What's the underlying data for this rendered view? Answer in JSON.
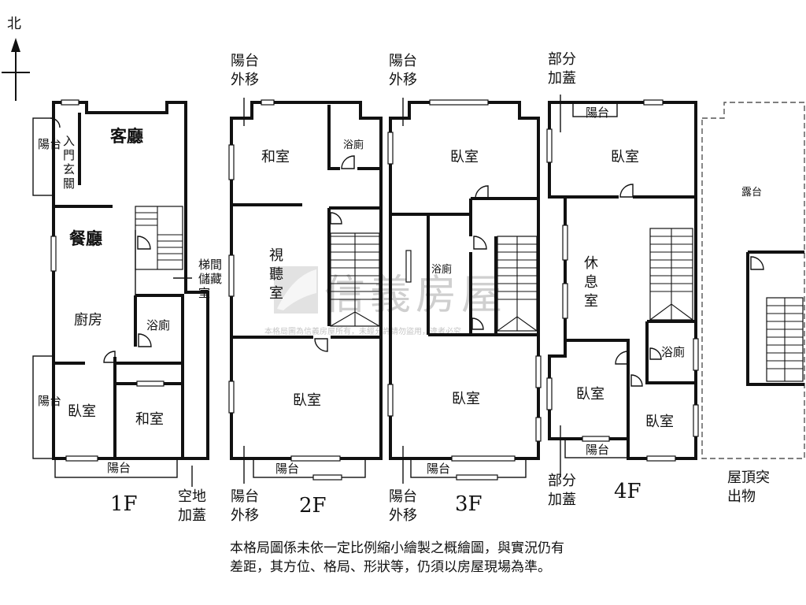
{
  "compass": {
    "label": "北"
  },
  "floors": {
    "f1": {
      "label": "1F",
      "rooms": {
        "living": "客廳",
        "dining": "餐廳",
        "kitchen": "廚房",
        "bath": "浴廁",
        "bedroom": "臥室",
        "washitsu": "和室"
      },
      "balcony_left_top": "陽台",
      "balcony_left_bottom": "陽台",
      "balcony_bottom": "陽台",
      "entry": "入門玄關",
      "stair_storage": "梯間儲藏室",
      "vacant_lot": "空地加蓋"
    },
    "f2": {
      "label": "2F",
      "rooms": {
        "washitsu": "和室",
        "bath": "浴廁",
        "av_room": "視聽室",
        "bedroom": "臥室"
      },
      "balcony_bottom": "陽台",
      "balcony_move_top": "陽台外移",
      "balcony_move_bottom": "陽台外移"
    },
    "f3": {
      "label": "3F",
      "rooms": {
        "bedroom_top": "臥室",
        "bath": "浴廁",
        "bedroom_bottom": "臥室"
      },
      "balcony_bottom": "陽台",
      "balcony_move_top": "陽台外移",
      "balcony_move_bottom": "陽台外移"
    },
    "f4": {
      "label": "4F",
      "rooms": {
        "bedroom_top": "臥室",
        "lounge": "休息室",
        "bath": "浴廁",
        "bedroom_left": "臥室",
        "bedroom_right": "臥室"
      },
      "balcony_top": "陽台",
      "balcony_bottom": "陽台",
      "partial_top": "部分加蓋",
      "partial_bottom": "部分加蓋"
    },
    "roof": {
      "label": "屋頂突出物",
      "terrace": "露台"
    }
  },
  "watermark": {
    "brand": "信義房屋",
    "notice": "本格局圖為信義房屋所有，未經允許請勿盜用，違者必究"
  },
  "disclaimer": "本格局圖係未依一定比例縮小繪製之概繪圖，與實況仍有差距，其方位、格局、形狀等，仍須以房屋現場為準。"
}
